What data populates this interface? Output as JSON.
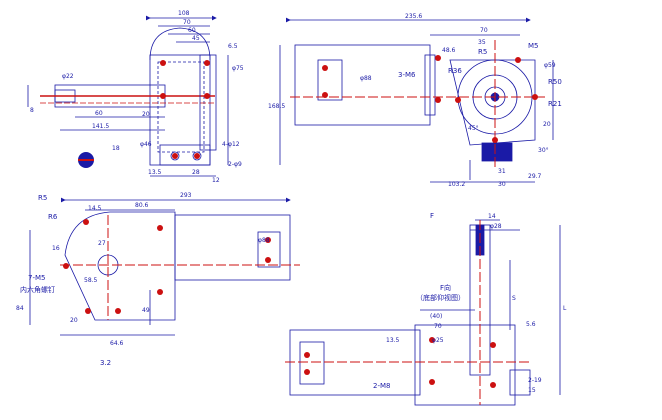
{
  "view1": {
    "dims": {
      "d108": "108",
      "d70": "70",
      "d60": "60",
      "d45": "45",
      "d6_5": "6.5",
      "phi75": "φ75",
      "phi22": "φ22",
      "d8": "8",
      "d60b": "60",
      "d141": "141.5",
      "d20": "20",
      "d18": "18",
      "phi46": "φ46",
      "d4_12": "4-φ12",
      "d2_9": "2-φ9",
      "d13_5": "13.5",
      "d28": "28",
      "d12": "12"
    }
  },
  "view2": {
    "dims": {
      "d235": "235.6",
      "d70": "70",
      "d35": "35",
      "d48_6": "48.6",
      "d59": "φ59",
      "d20": "20",
      "d168": "168.5",
      "d88": "φ88",
      "d31": "31",
      "d103": "103.2",
      "d30": "30",
      "d29_7": "29.7",
      "angle": "30°",
      "d45": "45°"
    },
    "labels": {
      "r5": "R5",
      "m5": "M5",
      "r50": "R50",
      "r21": "R21",
      "r36": "R36",
      "m6": "3-M6"
    }
  },
  "view3": {
    "dims": {
      "d293": "293",
      "d80": "80.6",
      "d14_5": "14.5",
      "d27": "27",
      "d16": "16",
      "d58": "58.5",
      "d84": "84",
      "d20": "20",
      "d49": "49",
      "d64": "64.6",
      "d88": "φ88"
    },
    "labels": {
      "r5": "R5",
      "r6": "R6",
      "m5": "7-M5",
      "hex_socket": "内六角螺钉",
      "roughness": "3.2"
    }
  },
  "view4": {
    "dims": {
      "d14": "14",
      "phi28": "φ28",
      "d40": "(40)",
      "d70": "70",
      "s": "S",
      "l": "L",
      "d5_6": "5.6",
      "d13_5": "13.5",
      "phi25": "φ25",
      "d2_19": "2-19",
      "d15": "15"
    },
    "labels": {
      "view_letter": "F",
      "f_view": "F向",
      "bottom_view": "（底部仰视图）",
      "m8": "2-M8"
    }
  },
  "colors": {
    "line": "#1a1aa6",
    "centre": "#cc1010",
    "paper": "#ffffff"
  }
}
